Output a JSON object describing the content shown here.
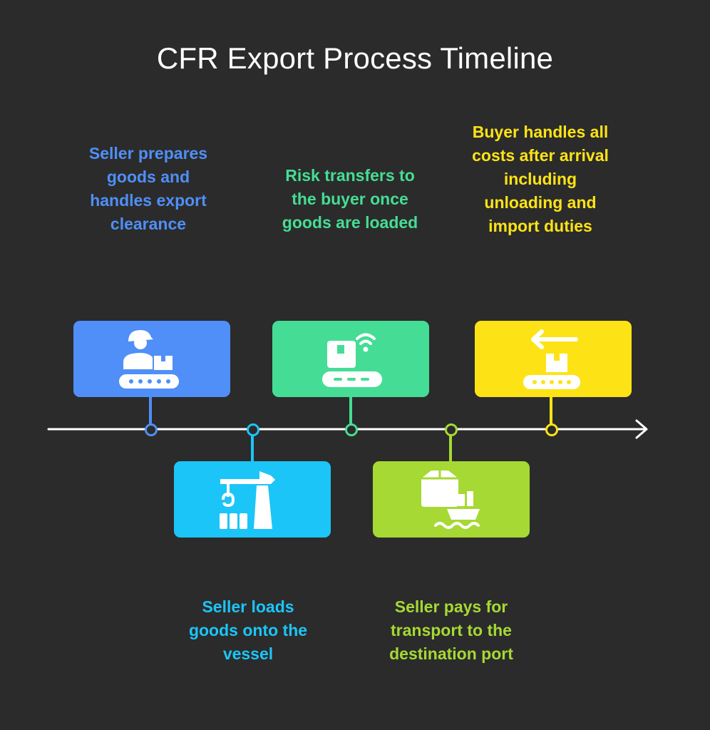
{
  "title": "CFR Export Process Timeline",
  "steps": [
    {
      "caption": "Seller prepares\ngoods and\nhandles export\nclearance",
      "color": "#4f8ff7",
      "icon": "worker-conveyor-icon"
    },
    {
      "caption": "Seller loads\ngoods onto the\nvessel",
      "color": "#1cc5f7",
      "icon": "crane-icon"
    },
    {
      "caption": "Risk transfers to\nthe buyer once\ngoods are loaded",
      "color": "#45dd95",
      "icon": "wireless-conveyor-icon"
    },
    {
      "caption": "Seller pays for\ntransport to the\ndestination port",
      "color": "#a6d933",
      "icon": "cargo-ship-icon"
    },
    {
      "caption": "Buyer handles all\ncosts after arrival\nincluding\nunloading and\nimport duties",
      "color": "#fde316",
      "icon": "return-conveyor-icon"
    }
  ]
}
